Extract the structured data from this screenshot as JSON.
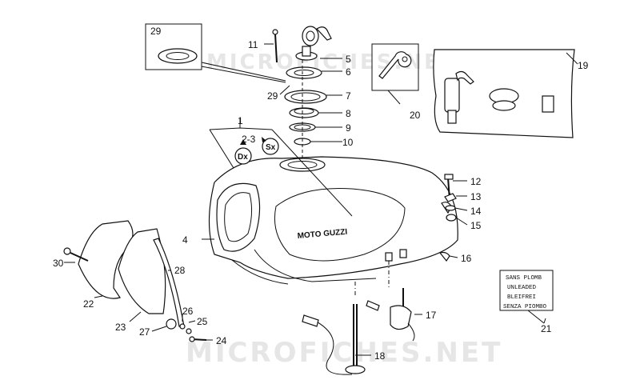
{
  "watermark": "MICROFICHES.NET",
  "tank_logo": "MOTO GUZZI",
  "markers": {
    "dx": "Dx",
    "sx": "Sx"
  },
  "label_card": [
    "SANS PLOMB",
    "UNLEADED",
    "BLEIFREI",
    "SENZA PIOMBO"
  ],
  "callouts": {
    "c1": "1",
    "c2_3": "2-3",
    "c4": "4",
    "c5": "5",
    "c6": "6",
    "c7": "7",
    "c8": "8",
    "c9": "9",
    "c10": "10",
    "c11": "11",
    "c12": "12",
    "c13": "13",
    "c14": "14",
    "c15": "15",
    "c16": "16",
    "c17": "17",
    "c18": "18",
    "c19": "19",
    "c20": "20",
    "c21": "21",
    "c22": "22",
    "c23": "23",
    "c24": "24",
    "c25": "25",
    "c26": "26",
    "c27": "27",
    "c28": "28",
    "c29a": "29",
    "c29b": "29",
    "c30": "30"
  }
}
